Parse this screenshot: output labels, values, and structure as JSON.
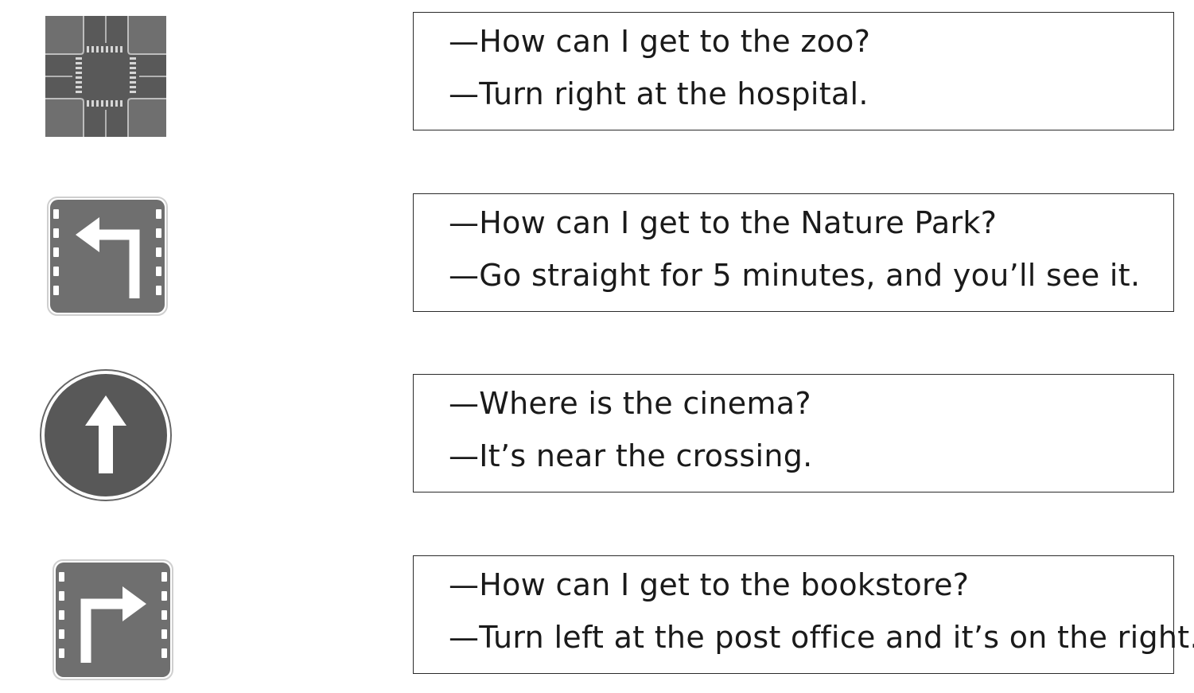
{
  "colors": {
    "sign_gray": "#6f6f6f",
    "sign_dark": "#585858",
    "border": "#2a2a2a"
  },
  "signs": [
    {
      "icon": "crossroads-icon"
    },
    {
      "icon": "turn-left-sign-icon"
    },
    {
      "icon": "go-straight-sign-icon"
    },
    {
      "icon": "turn-right-sign-icon"
    }
  ],
  "dialogues": [
    {
      "question": "—How can I get to the zoo?",
      "answer": "—Turn right at the hospital."
    },
    {
      "question": "—How can I get to the Nature Park?",
      "answer": "—Go straight for 5 minutes, and you’ll see it."
    },
    {
      "question": "—Where is the cinema?",
      "answer": "—It’s near the crossing."
    },
    {
      "question": "—How can I get to the bookstore?",
      "answer": "—Turn left at the post office and it’s on the right."
    }
  ]
}
